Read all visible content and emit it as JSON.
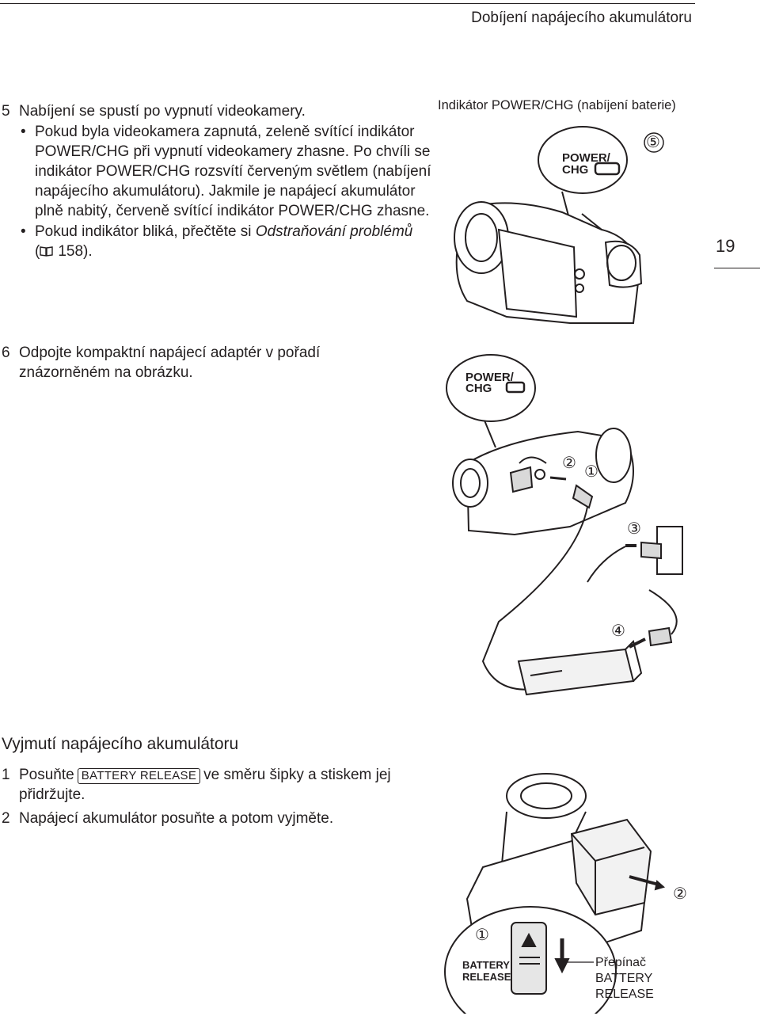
{
  "header": {
    "title": "Dobíjení napájecího akumulátoru"
  },
  "page_number": "19",
  "step5": {
    "num": "5",
    "text": "Nabíjení se spustí po vypnutí videokamery.",
    "bullets": [
      "Pokud byla videokamera zapnutá, zeleně svítící indikátor POWER/CHG při vypnutí videokamery zhasne. Po chvíli se indikátor POWER/CHG rozsvítí červeným světlem (nabíjení napájecího akumulátoru). Jakmile je napájecí akumulátor plně nabitý, červeně svítící indikátor POWER/CHG zhasne.",
      {
        "before": "Pokud indikátor bliká, přečtěte si ",
        "italic": "Odstraňování problémů",
        "open": "(",
        "ref": "158)."
      }
    ]
  },
  "step6": {
    "num": "6",
    "text": "Odpojte kompaktní napájecí adaptér v pořadí znázorněném na obrázku."
  },
  "figure1": {
    "caption": "Indikátor POWER/CHG (nabíjení baterie)",
    "label_line1": "POWER/",
    "label_line2": "CHG",
    "callout": "⑤"
  },
  "figure2": {
    "label_line1": "POWER/",
    "label_line2": "CHG",
    "callouts": [
      "②",
      "①",
      "③",
      "④"
    ]
  },
  "section": {
    "title": "Vyjmutí napájecího akumulátoru",
    "step1": {
      "num": "1",
      "before": "Posuňte",
      "key": "BATTERY RELEASE",
      "after": "ve směru šipky a stiskem jej přidržujte."
    },
    "step2": {
      "num": "2",
      "text": "Napájecí akumulátor posuňte a potom vyjměte."
    }
  },
  "figure3": {
    "callouts": [
      "②",
      "①"
    ],
    "switch_label_line1": "BATTERY",
    "switch_label_line2": "RELEASE",
    "caption_line1": "Přepínač",
    "caption_line2": "BATTERY",
    "caption_line3": "RELEASE"
  }
}
